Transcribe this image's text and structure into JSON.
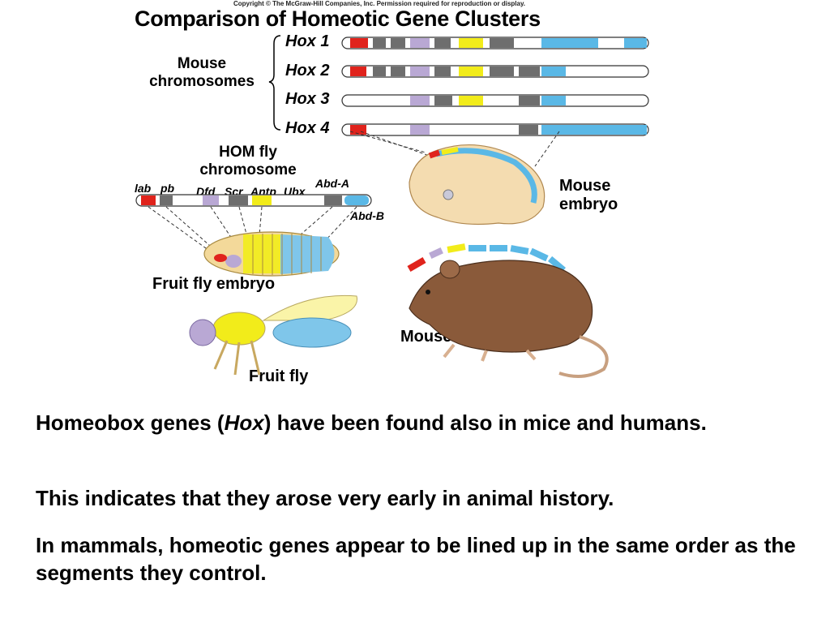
{
  "copyright": "Copyright © The McGraw-Hill Companies, Inc. Permission required for reproduction or display.",
  "title": "Comparison of Homeotic Gene Clusters",
  "mouse_chromosomes_label": [
    "Mouse",
    "chromosomes"
  ],
  "hox_labels": [
    "Hox 1",
    "Hox 2",
    "Hox 3",
    "Hox 4"
  ],
  "hom_label": [
    "HOM fly",
    "chromosome"
  ],
  "fly_genes": {
    "lab": "lab",
    "pb": "pb",
    "dfd": "Dfd",
    "scr": "Scr",
    "antp": "Antp",
    "ubx": "Ubx",
    "abd_a": "Abd-A",
    "abd_b": "Abd-B"
  },
  "mouse_embryo_label": [
    "Mouse",
    "embryo"
  ],
  "fruit_fly_embryo_label": "Fruit fly embryo",
  "mouse_label": "Mouse",
  "fruit_fly_label": "Fruit fly",
  "body": {
    "p1_before": "Homeobox genes (",
    "p1_italic": "Hox",
    "p1_after": ") have been found also in mice and humans.",
    "p2": "This indicates that they arose very early in animal history.",
    "p3": "In mammals, homeotic genes appear to be lined up in the same order as the segments they control."
  },
  "colors": {
    "red": "#e0231c",
    "purple": "#b9a8d4",
    "gray": "#6e6e6e",
    "yellow": "#f2ec1a",
    "blue": "#5ab8e6"
  }
}
